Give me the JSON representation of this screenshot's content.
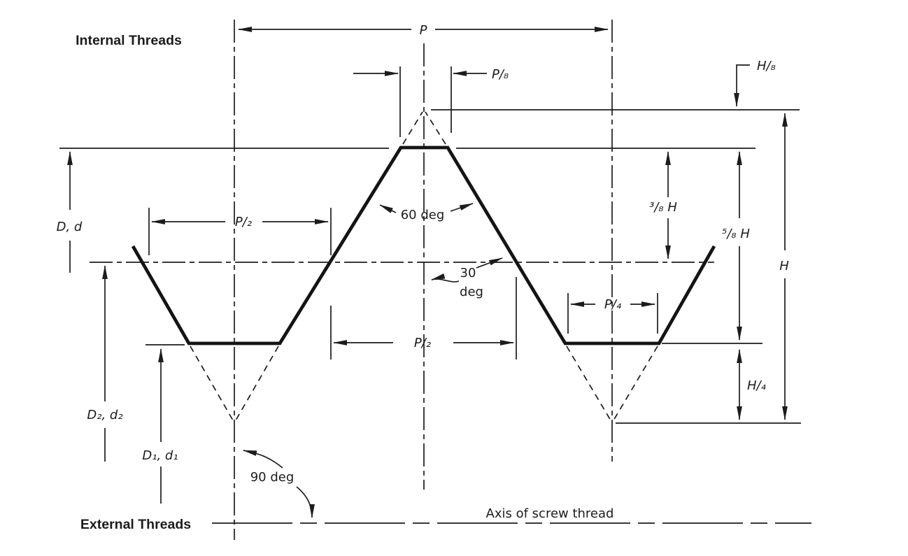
{
  "title": "Basic profile of screw threads",
  "colors": {
    "ink": "#1c1c1c",
    "background": "#ffffff"
  },
  "labels": {
    "internal_threads": "Internal Threads",
    "external_threads": "External Threads",
    "axis_of_screw_thread": "Axis of screw thread",
    "pitch_p": "P",
    "p_eighth": "P/₈",
    "p_half_upper": "P/₂",
    "p_half_lower": "P/₂",
    "p_quarter": "P/₄",
    "h_eighth": "H/₈",
    "three_eighths_h": "³/₈ H",
    "five_eighths_h": "⁵/₈ H",
    "h_total": "H",
    "h_quarter": "H/₄",
    "angle_60": "60 deg",
    "angle_30_line1": "30",
    "angle_30_line2": "deg",
    "angle_90": "90 deg",
    "major_diameter": "D, d",
    "pitch_diameter": "D₂, d₂",
    "minor_diameter": "D₁, d₁"
  }
}
